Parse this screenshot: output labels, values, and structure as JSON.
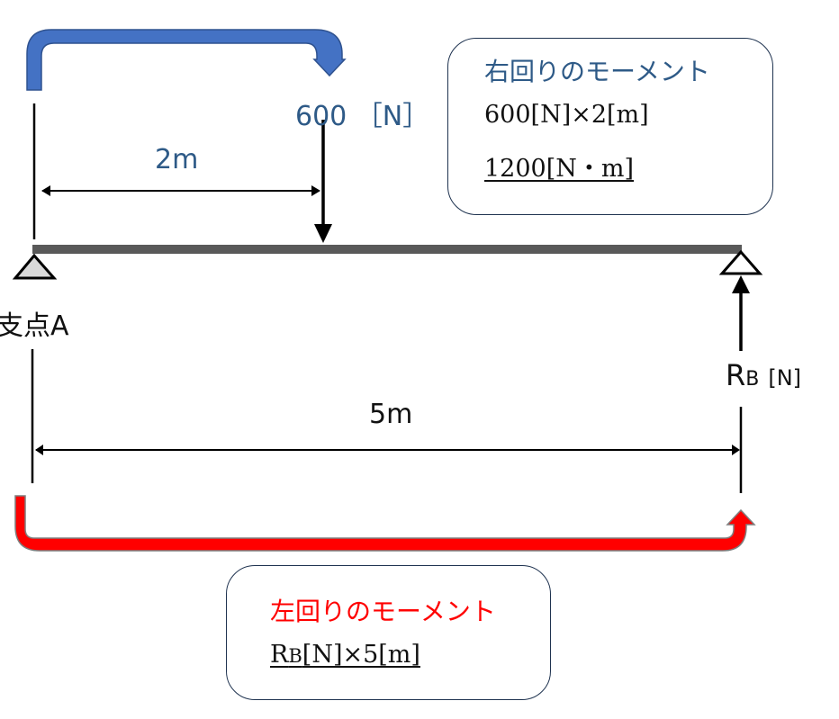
{
  "diagram": {
    "type": "simply-supported-beam-moment",
    "beam": {
      "support_a_label": "支点A",
      "support_b_reaction_label": "RB",
      "support_b_reaction_sub": "B",
      "reaction_unit": "[N]"
    },
    "load": {
      "value_label": "600 ［N］"
    },
    "dimensions": {
      "span_load": "2m",
      "span_total": "5m"
    },
    "colors": {
      "clockwise": "#4472c4",
      "counterclockwise": "#ff0000",
      "title_blue": "#2e5a87",
      "title_red": "#ff0000",
      "beam": "#595959",
      "support_a_fill": "#d9d9d9"
    }
  },
  "clockwise_box": {
    "title": "右回りのモーメント",
    "line1": "600[N]×2[m]",
    "line2": "1200[N・m]"
  },
  "counterclockwise_box": {
    "title": "左回りのモーメント",
    "line1_main": "R",
    "line1_sub": "B",
    "line1_rest": "[N]×5[m]"
  }
}
